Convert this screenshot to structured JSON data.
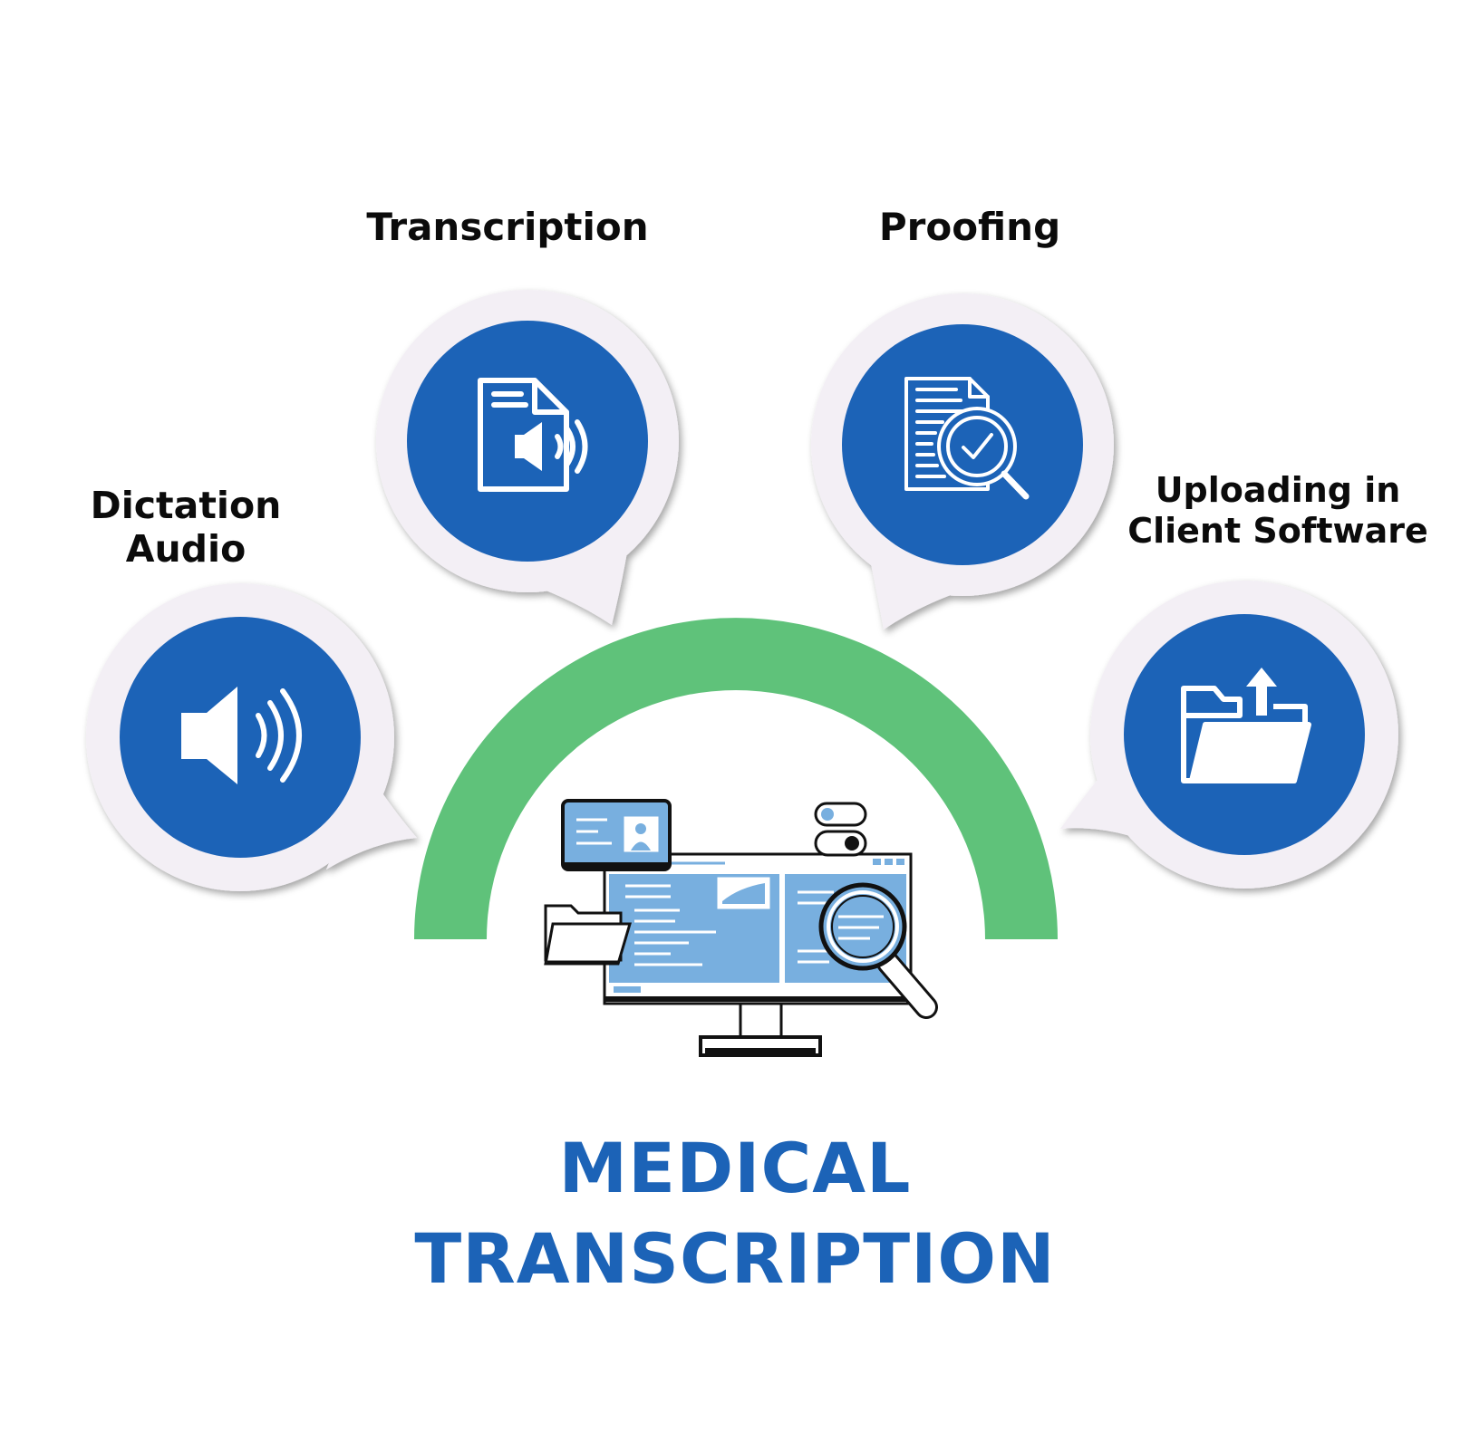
{
  "steps": [
    {
      "id": "dictation",
      "label_lines": [
        "Dictation",
        "Audio"
      ],
      "icon": "speaker-icon"
    },
    {
      "id": "transcription",
      "label_lines": [
        "Transcription"
      ],
      "icon": "audio-document-icon"
    },
    {
      "id": "proofing",
      "label_lines": [
        "Proofing"
      ],
      "icon": "document-magnifier-check-icon"
    },
    {
      "id": "uploading",
      "label_lines": [
        "Uploading in",
        "Client Software"
      ],
      "icon": "folder-upload-icon"
    }
  ],
  "title": {
    "line1": "MEDICAL",
    "line2": "TRANSCRIPTION"
  },
  "colors": {
    "circle_blue": "#1c63b7",
    "bubble_bg": "#f3eff5",
    "arc_green": "#5fc27a",
    "screen_blue": "#78afdf",
    "title_blue": "#1c63b7",
    "label_black": "#0b0b0b"
  },
  "illustration": "computer-monitor-illustration"
}
